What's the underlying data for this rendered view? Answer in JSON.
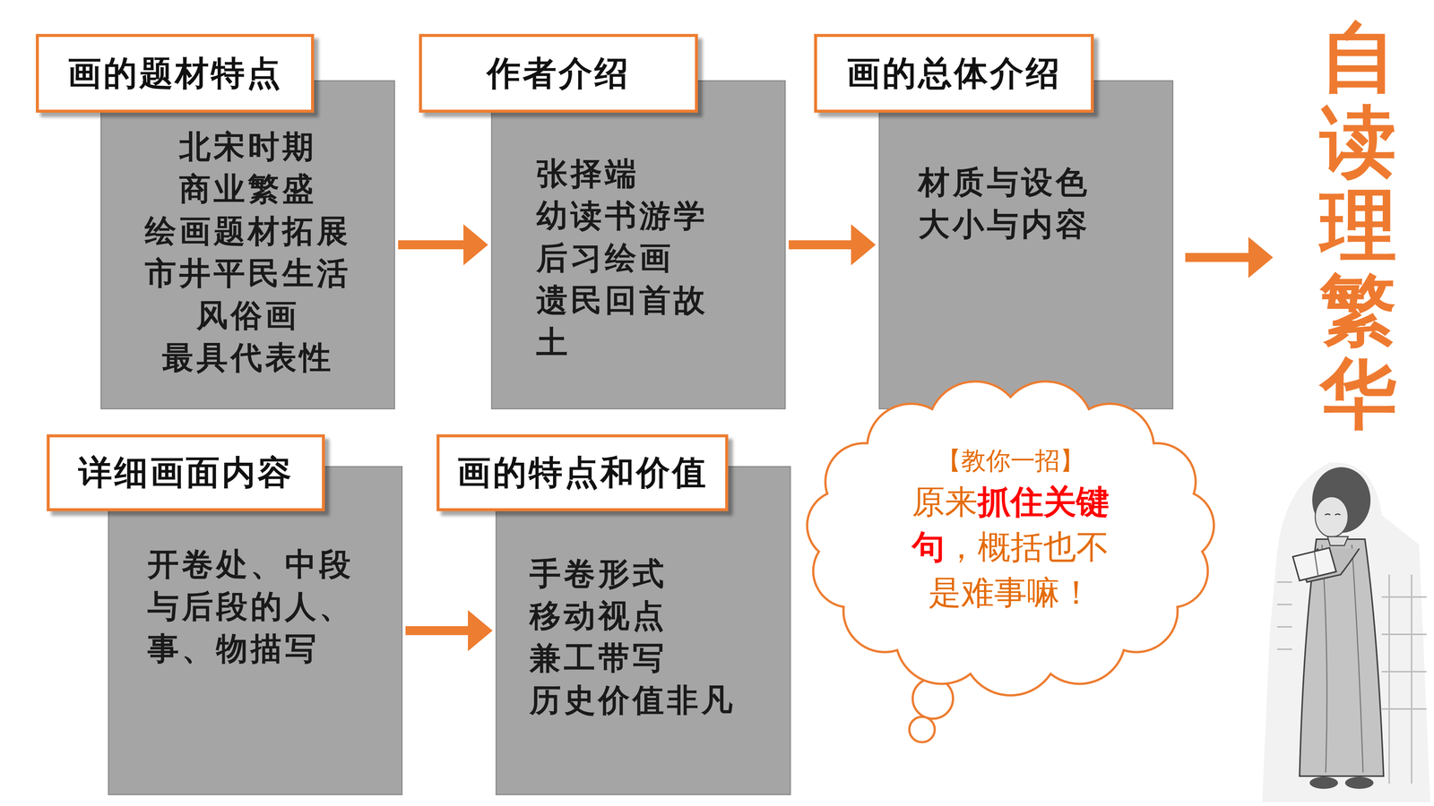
{
  "diagram": {
    "title": "自读理繁华",
    "nodes": [
      {
        "text": [
          "画的题材特点",
          "北宋时期 商业繁盛 绘画题材拓展 市井平民生活 风俗画 最具代表性"
        ]
      },
      {
        "text": [
          "作者介绍",
          "张择端 幼读书游学 后习绘画 遗民回首故土"
        ]
      },
      {
        "text": [
          "画的总体介绍",
          "材质与设色 大小与内容"
        ]
      },
      {
        "text": [
          "详细画面内容",
          "开卷处、中段与后段的人、事、物描写"
        ]
      },
      {
        "text": [
          "画的特点和价值",
          "手卷形式 移动视点 兼工带写 历史价值非凡"
        ]
      },
      {
        "text": [
          "【教你一招】",
          "原来抓住关键句，概括也不是难事嘛！"
        ]
      }
    ],
    "edges": [
      {
        "from": 0,
        "to": 1,
        "arrow": "to"
      },
      {
        "from": 1,
        "to": 2,
        "arrow": "to"
      },
      {
        "from": 3,
        "to": 4,
        "arrow": "to"
      }
    ]
  }
}
